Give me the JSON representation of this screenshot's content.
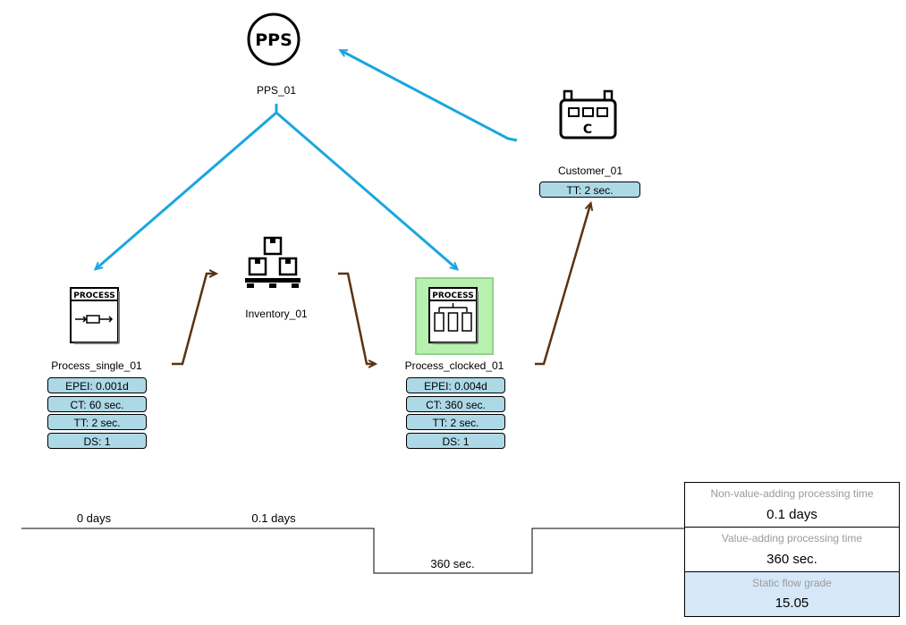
{
  "nodes": {
    "pps": {
      "icon": "pps-icon",
      "icon_text": "PPS",
      "label": "PPS_01"
    },
    "process_single": {
      "icon": "process-single-icon",
      "header": "PROCESS",
      "label": "Process_single_01",
      "chips": [
        "EPEI: 0.001d",
        "CT: 60 sec.",
        "TT: 2 sec.",
        "DS: 1"
      ]
    },
    "inventory": {
      "icon": "inventory-boxes-icon",
      "label": "Inventory_01"
    },
    "process_clocked": {
      "icon": "process-clocked-icon",
      "header": "PROCESS",
      "label": "Process_clocked_01",
      "chips": [
        "EPEI: 0.004d",
        "CT: 360 sec.",
        "TT: 2 sec.",
        "DS: 1"
      ]
    },
    "customer": {
      "icon": "customer-factory-icon",
      "icon_text": "C",
      "label": "Customer_01",
      "chips": [
        "TT: 2 sec."
      ]
    }
  },
  "colors": {
    "info_flow": "#1aa6e0",
    "material_flow": "#5a3210",
    "chip_fill": "#add8e6",
    "selected_fill": "#b8f0b0"
  },
  "timeline": {
    "labels": [
      "0 days",
      "0.1 days",
      "360 sec."
    ]
  },
  "summary": {
    "nva_caption": "Non-value-adding processing time",
    "nva_value": "0.1 days",
    "va_caption": "Value-adding processing time",
    "va_value": "360 sec.",
    "grade_caption": "Static flow grade",
    "grade_value": "15.05"
  }
}
